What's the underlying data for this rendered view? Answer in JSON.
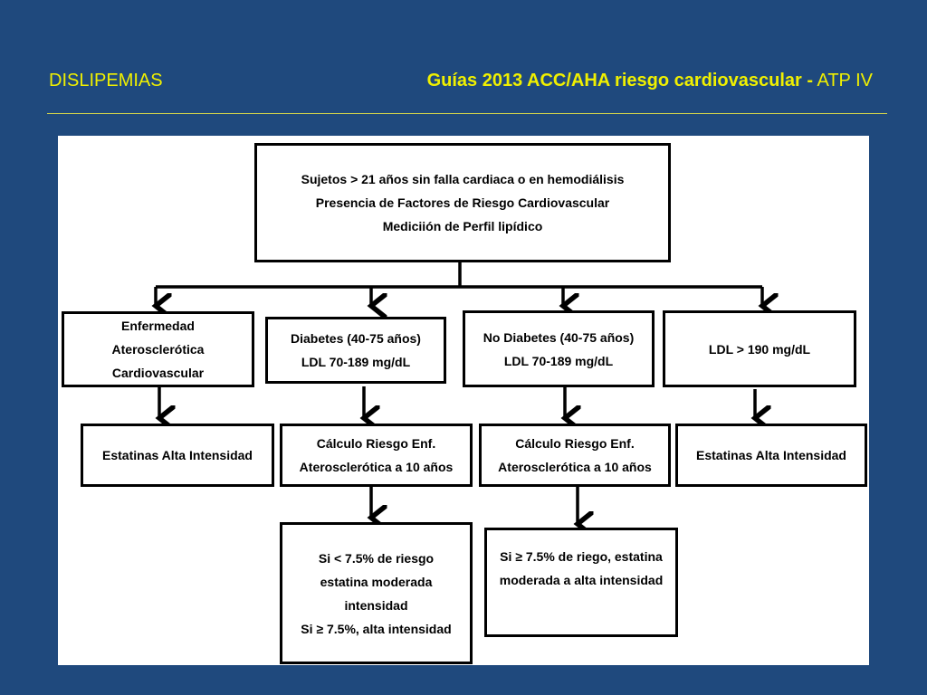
{
  "header": {
    "left": "DISLIPEMIAS",
    "right_bold": "Guías 2013 ACC/AHA riesgo cardiovascular -",
    "right_regular": " ATP IV"
  },
  "flowchart": {
    "top": [
      "Sujetos > 21 años sin falla cardiaca  o en hemodiálisis",
      "Presencia de Factores de Riesgo Cardiovascular",
      "Mediciión de Perfil lipídico"
    ],
    "cat1": [
      "Enfermedad",
      "Aterosclerótica",
      "Cardiovascular"
    ],
    "cat2": [
      "Diabetes  (40-75 años)",
      "LDL 70-189 mg/dL"
    ],
    "cat3": [
      "No Diabetes  (40-75 años)",
      "LDL 70-189 mg/dL"
    ],
    "cat4": [
      "LDL > 190 mg/dL"
    ],
    "res1": [
      "Estatinas Alta Intensidad"
    ],
    "res2": [
      "Cálculo Riesgo  Enf.",
      "Aterosclerótica a 10 años"
    ],
    "res3": [
      "Cálculo Riesgo  Enf.",
      "Aterosclerótica a 10 años"
    ],
    "res4": [
      "Estatinas Alta Intensidad"
    ],
    "out2": [
      "Si < 7.5% de riesgo",
      "estatina moderada",
      "intensidad",
      "Si ≥ 7.5%, alta intensidad"
    ],
    "out3": [
      "Si ≥ 7.5% de riego, estatina",
      "moderada a alta intensidad"
    ]
  }
}
